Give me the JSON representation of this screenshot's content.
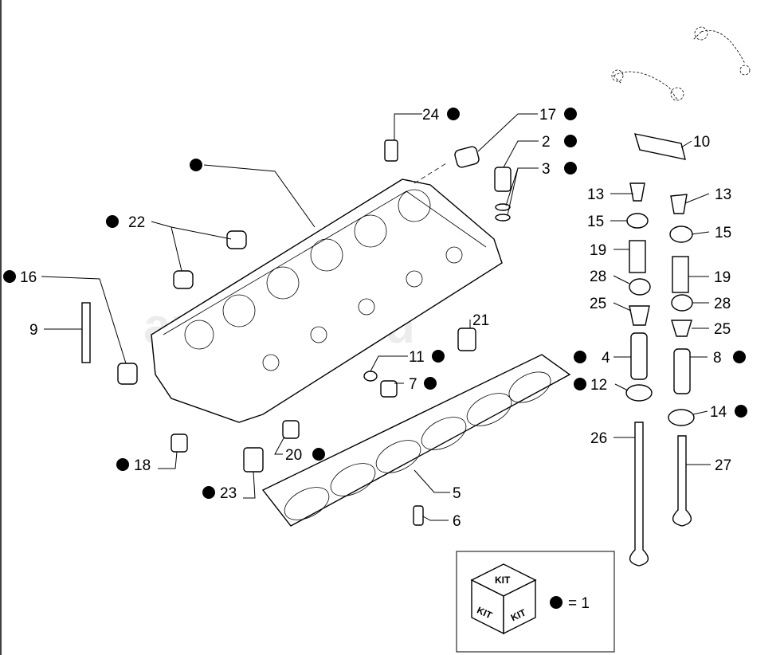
{
  "watermark": "autopiter.ru",
  "callouts": {
    "c24": "24",
    "c17": "17",
    "c2": "2",
    "c3": "3",
    "c10": "10",
    "c13a": "13",
    "c13b": "13",
    "c15a": "15",
    "c15b": "15",
    "c19a": "19",
    "c19b": "19",
    "c28a": "28",
    "c28b": "28",
    "c25a": "25",
    "c25b": "25",
    "c4": "4",
    "c8": "8",
    "c12": "12",
    "c14": "14",
    "c26": "26",
    "c27": "27",
    "c22": "22",
    "c16": "16",
    "c9": "9",
    "c21": "21",
    "c11": "11",
    "c7": "7",
    "c18": "18",
    "c20": "20",
    "c23": "23",
    "c5": "5",
    "c6": "6"
  },
  "legend": {
    "kit_label": "KIT",
    "equals_text": "= 1"
  },
  "colors": {
    "ink": "#000000",
    "paper": "#ffffff"
  }
}
